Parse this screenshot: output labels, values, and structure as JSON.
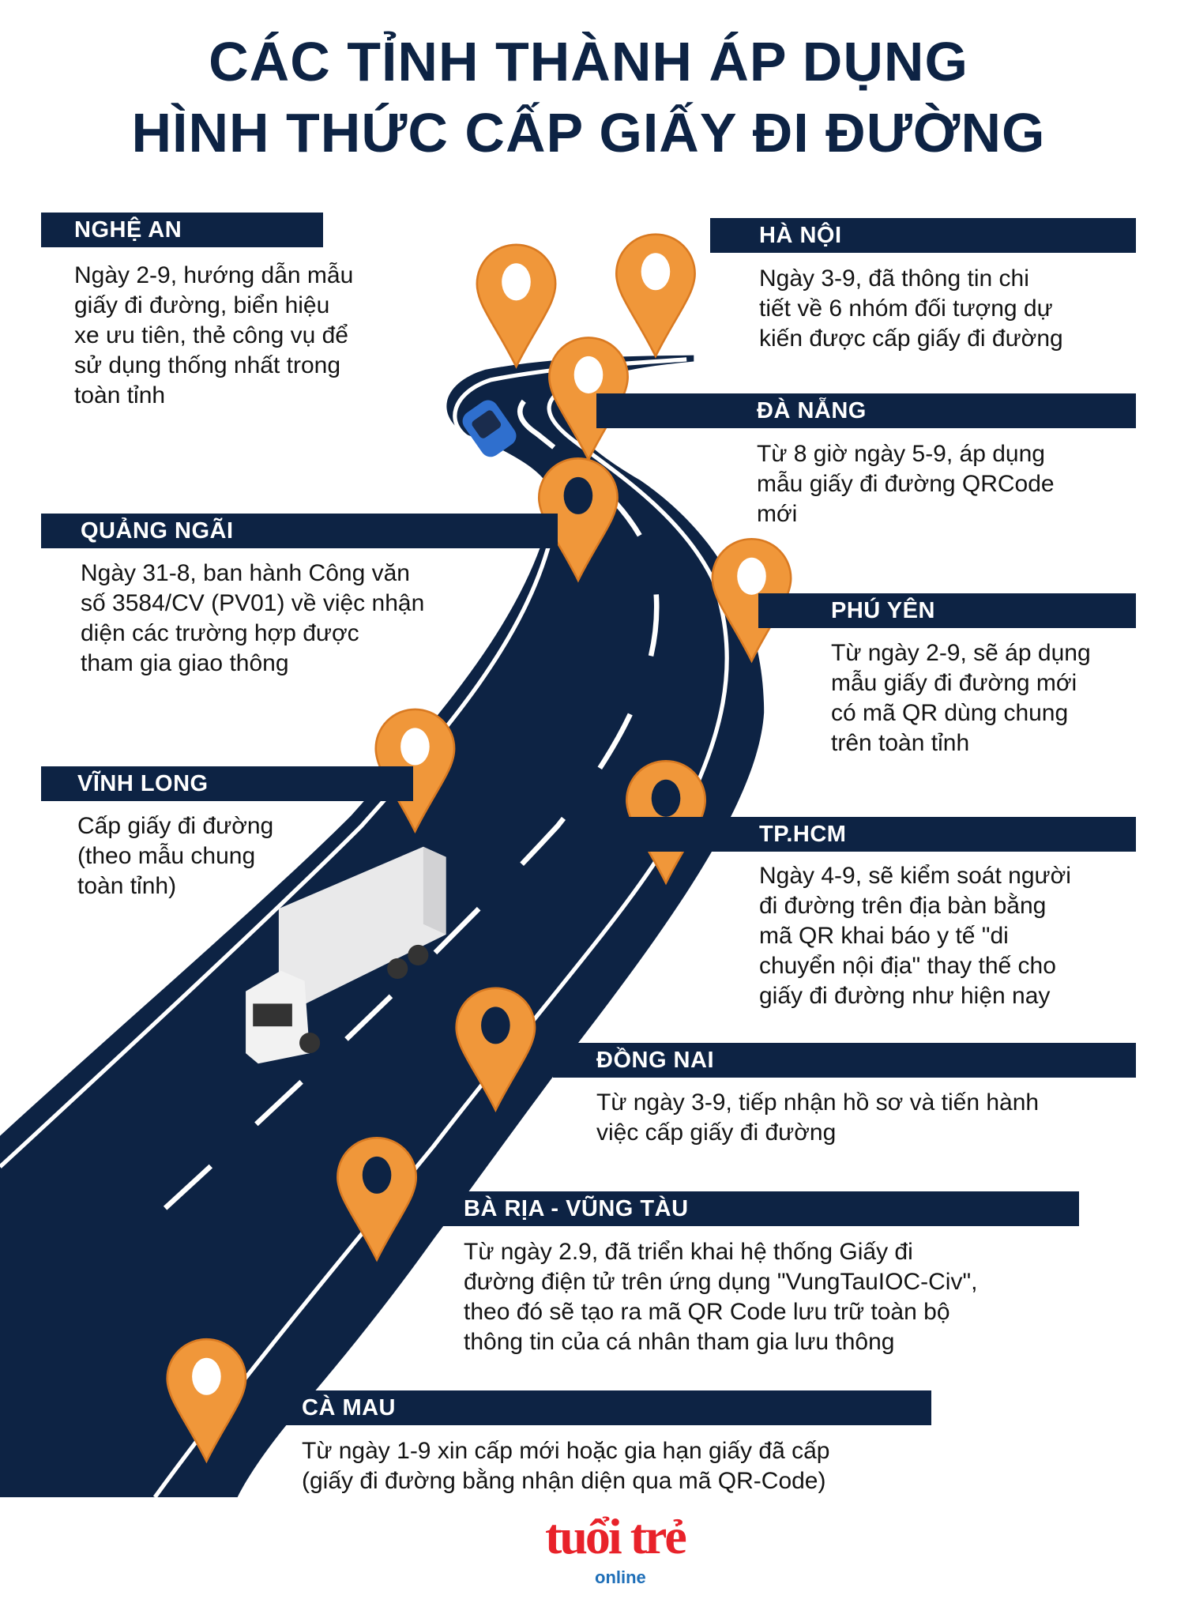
{
  "title": {
    "line1": "CÁC TỈNH THÀNH ÁP DỤNG",
    "line2": "HÌNH THỨC CẤP GIẤY ĐI ĐƯỜNG"
  },
  "colors": {
    "navy": "#0d2344",
    "pin_orange": "#f0973a",
    "logo_red": "#e8222a",
    "logo_blue": "#1f6fb8"
  },
  "provinces": [
    {
      "name": "NGHỆ AN",
      "lines": [
        "Ngày 2-9, hướng dẫn mẫu",
        "giấy đi đường, biển hiệu",
        "xe ưu tiên, thẻ công vụ để",
        "sử dụng thống nhất trong",
        "toàn tỉnh"
      ]
    },
    {
      "name": "HÀ NỘI",
      "lines": [
        "Ngày 3-9, đã thông tin chi",
        "tiết về 6 nhóm đối tượng dự",
        "kiến được cấp giấy đi đường"
      ]
    },
    {
      "name": "ĐÀ NẴNG",
      "lines": [
        "Từ 8 giờ ngày 5-9, áp dụng",
        "mẫu giấy đi đường QRCode",
        "mới"
      ]
    },
    {
      "name": "QUẢNG NGÃI",
      "lines": [
        "Ngày 31-8, ban hành Công văn",
        "số 3584/CV (PV01) về việc nhận",
        "diện các trường hợp được",
        "tham gia giao thông"
      ]
    },
    {
      "name": "PHÚ YÊN",
      "lines": [
        "Từ ngày 2-9, sẽ áp dụng",
        "mẫu giấy đi đường mới",
        "có mã QR dùng chung",
        "trên toàn tỉnh"
      ]
    },
    {
      "name": "VĨNH LONG",
      "lines": [
        "Cấp giấy đi đường",
        "(theo mẫu chung",
        "toàn tỉnh)"
      ]
    },
    {
      "name": "TP.HCM",
      "lines": [
        "Ngày 4-9,  sẽ kiểm soát người",
        "đi đường trên địa bàn bằng",
        "mã QR khai báo y tế \"di",
        "chuyển nội địa\" thay thế cho",
        "giấy đi đường như hiện nay"
      ]
    },
    {
      "name": "ĐỒNG NAI",
      "lines": [
        "Từ ngày 3-9, tiếp nhận hồ sơ và tiến hành",
        "việc cấp giấy đi đường"
      ]
    },
    {
      "name": "BÀ RỊA - VŨNG TÀU",
      "lines": [
        "Từ ngày 2.9, đã triển khai hệ thống Giấy đi",
        "đường điện tử trên ứng dụng \"VungTauIOC-Civ\",",
        "theo đó sẽ tạo ra mã QR Code lưu trữ toàn bộ",
        "thông tin của cá nhân tham gia lưu thông"
      ]
    },
    {
      "name": "CÀ MAU",
      "lines": [
        "Từ ngày 1-9 xin cấp mới hoặc gia hạn giấy đã cấp",
        "(giấy đi đường bằng nhận diện qua mã QR-Code)"
      ]
    }
  ],
  "logo": {
    "main": "tuổi trẻ",
    "sub": "online"
  }
}
